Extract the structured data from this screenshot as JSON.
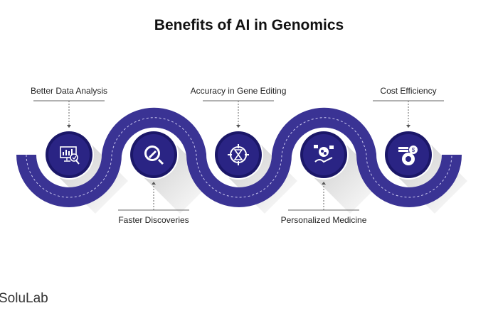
{
  "title": "Benefits of AI in Genomics",
  "benefits": [
    {
      "label": "Better Data Analysis",
      "icon": "monitor-chart-icon",
      "position": "top"
    },
    {
      "label": "Faster Discoveries",
      "icon": "rocket-magnifier-icon",
      "position": "bottom"
    },
    {
      "label": "Accuracy in Gene Editing",
      "icon": "dna-target-icon",
      "position": "top"
    },
    {
      "label": "Personalized Medicine",
      "icon": "hand-molecule-icon",
      "position": "bottom"
    },
    {
      "label": "Cost Efficiency",
      "icon": "coins-gear-icon",
      "position": "top"
    }
  ],
  "logo": "SoluLab",
  "colors": {
    "band": "#3a3394",
    "circle": "#2a2484",
    "ring": "#1b1768"
  }
}
